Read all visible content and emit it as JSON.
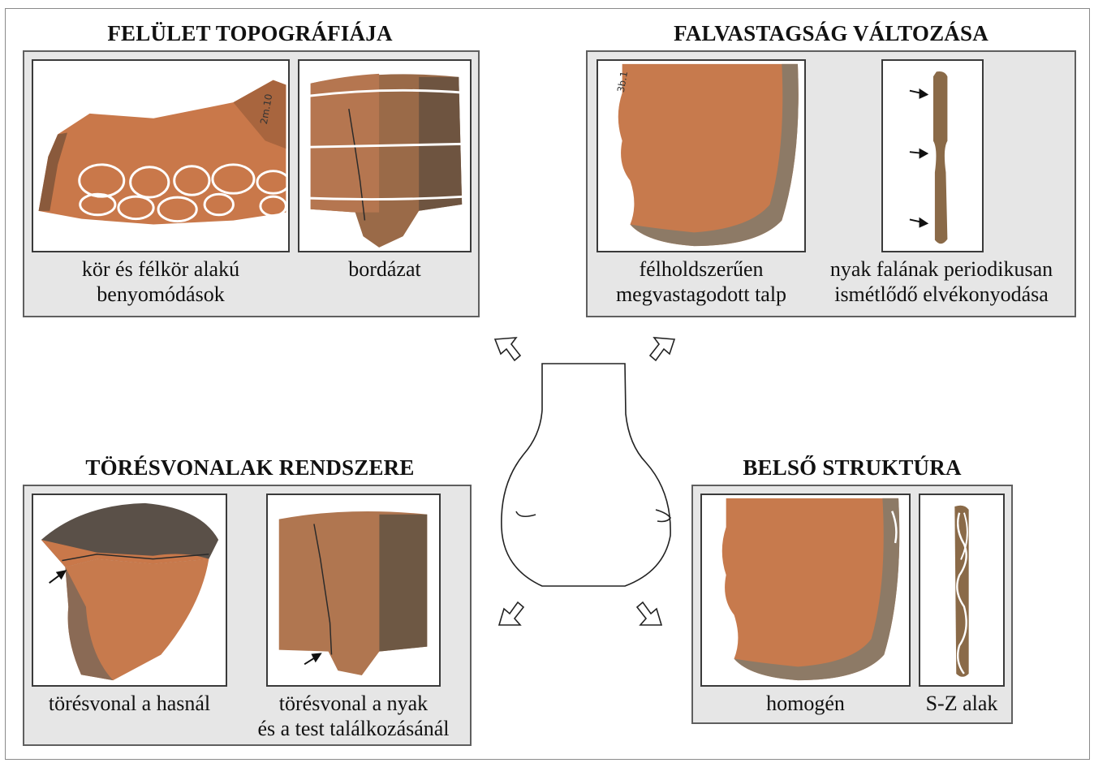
{
  "panels": {
    "top_left": {
      "title": "FELÜLET TOPOGRÁFIÁJA",
      "caption1": [
        "kör és félkör alakú",
        "benyomódások"
      ],
      "caption2": [
        "bordázat"
      ]
    },
    "top_right": {
      "title": "FALVASTAGSÁG VÁLTOZÁSA",
      "caption1": [
        "félholdszerűen",
        "megvastagodott talp"
      ],
      "caption2": [
        "nyak falának periodikusan",
        "ismétlődő elvékonyodása"
      ]
    },
    "bottom_left": {
      "title": "TÖRÉSVONALAK RENDSZERE",
      "caption1": [
        "törésvonal a hasnál"
      ],
      "caption2": [
        "törésvonal a nyak",
        "és a test találkozásánál"
      ]
    },
    "bottom_right": {
      "title": "BELSŐ STRUKTÚRA",
      "caption1": [
        "homogén"
      ],
      "caption2": [
        "S-Z alak"
      ]
    }
  },
  "colors": {
    "panel_bg": "#e6e6e6",
    "clay": "#c9784a",
    "clay_dark": "#8a5a3c",
    "clay_light": "#d99066"
  }
}
